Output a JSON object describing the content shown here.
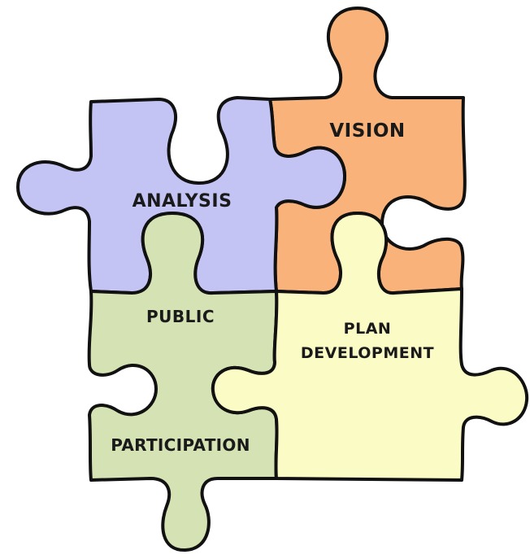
{
  "pieces": {
    "analysis": {
      "label": "ANALYSIS",
      "color": "#c4c4f4"
    },
    "vision": {
      "label": "VISION",
      "color": "#f9b37a"
    },
    "public_participation": {
      "label_line1": "PUBLIC",
      "label_line2": "PARTICIPATION",
      "color": "#d5e3b4"
    },
    "plan_development": {
      "label_line1": "PLAN",
      "label_line2": "DEVELOPMENT",
      "color": "#fbfbc6"
    }
  },
  "outline_color": "#111111"
}
